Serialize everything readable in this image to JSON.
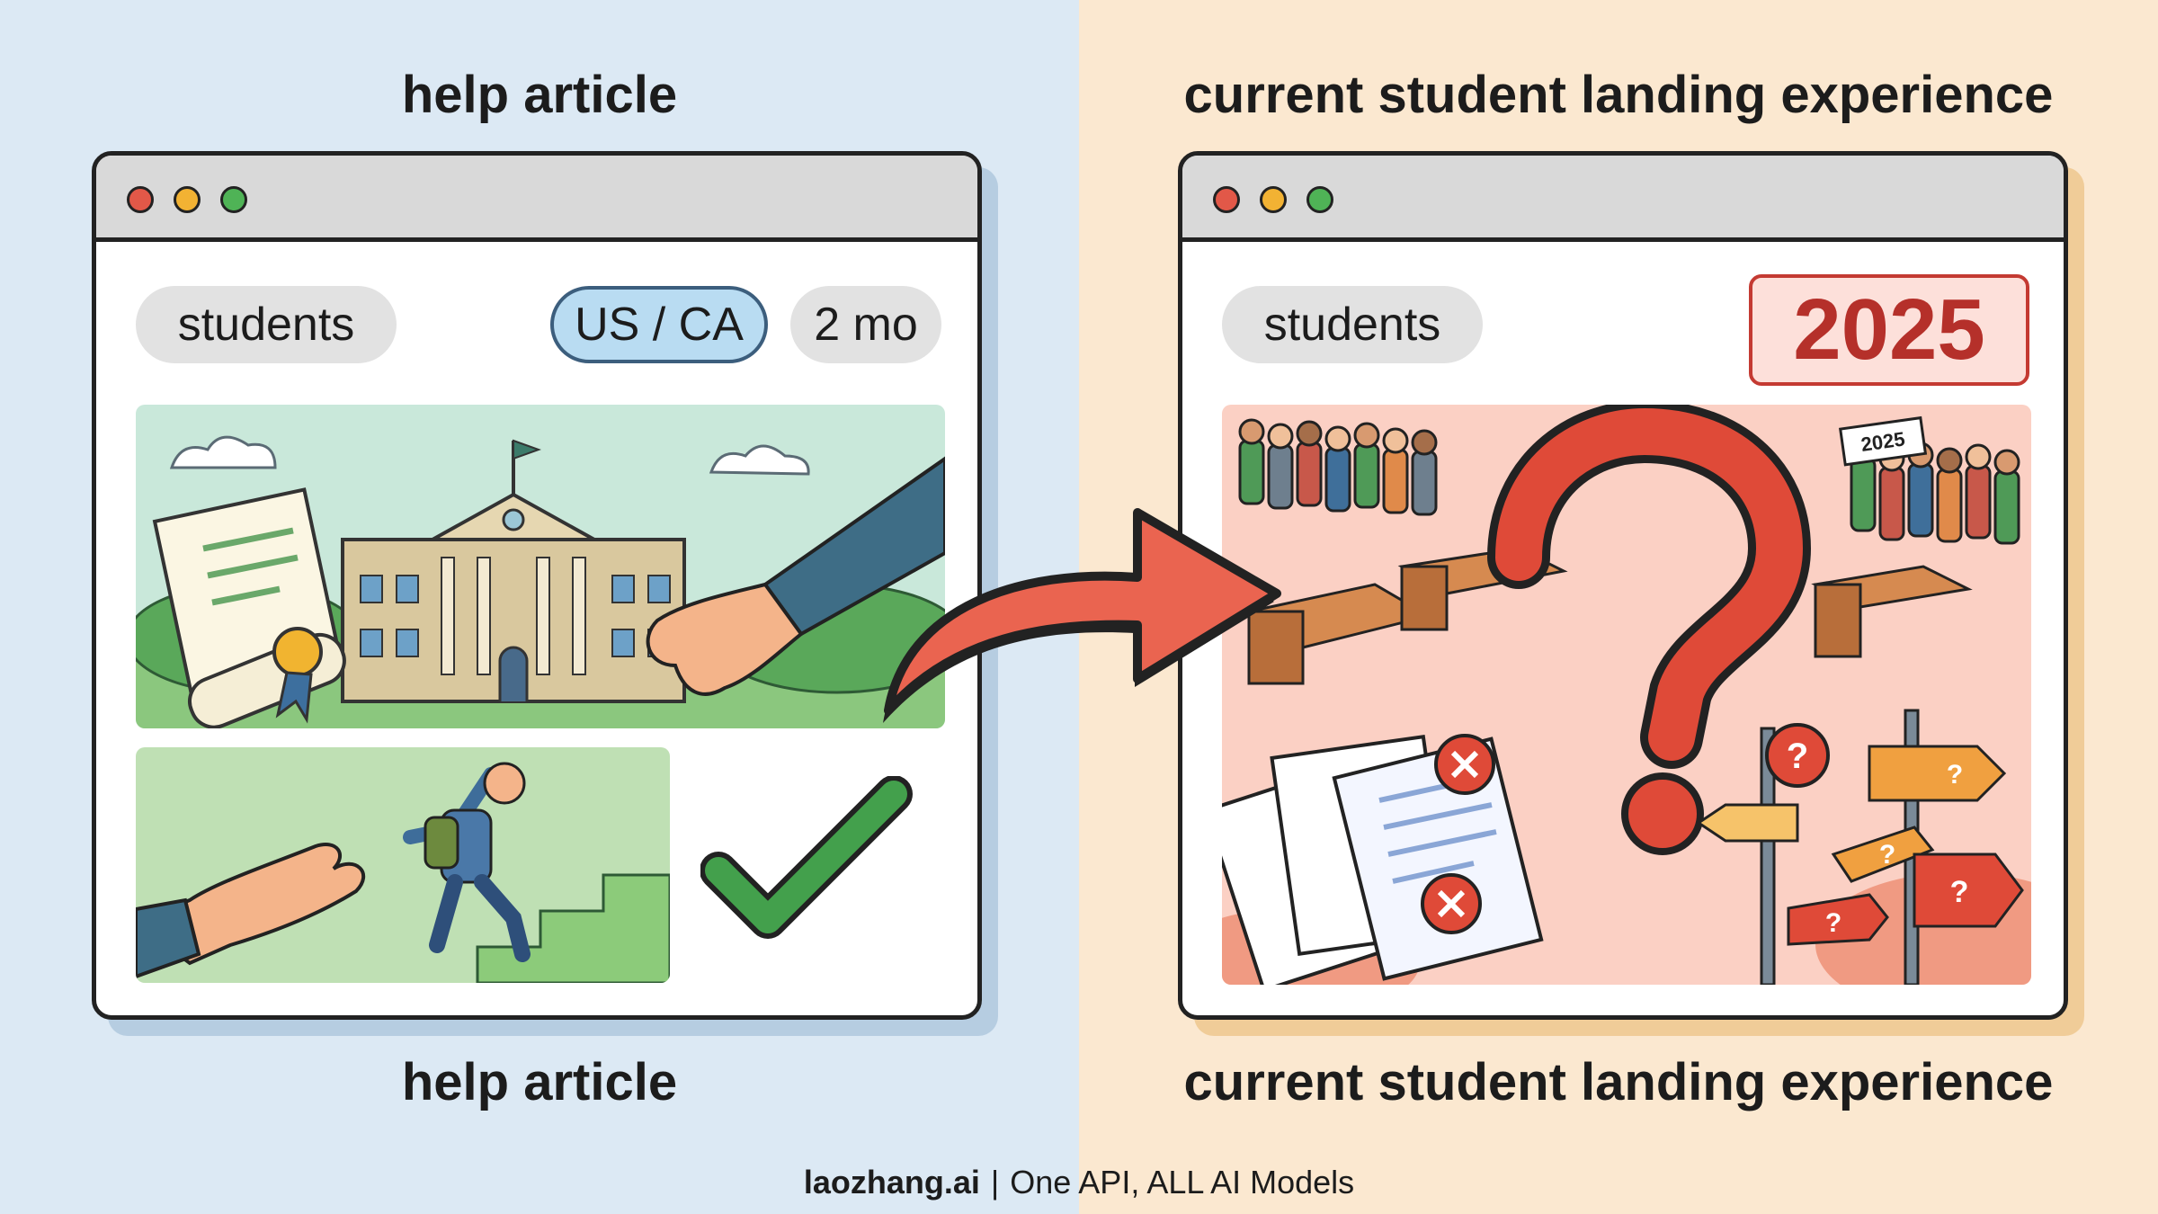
{
  "left": {
    "heading_top": "help article",
    "heading_bottom": "help article",
    "tags": {
      "students": "students",
      "region": "US / CA",
      "duration": "2 mo"
    },
    "colors": {
      "background": "#dce9f4",
      "accent": "#b9dcf2"
    },
    "icons": [
      "diploma-icon",
      "university-building-icon",
      "helping-hand-icon",
      "student-climbing-stairs-icon",
      "check-mark-icon"
    ]
  },
  "right": {
    "heading_top": "current student landing experience",
    "heading_bottom": "current student landing experience",
    "tags": {
      "students": "students"
    },
    "year": "2025",
    "sign_text": "2025",
    "colors": {
      "background": "#fbe8d0",
      "alert": "#c43a32"
    },
    "icons": [
      "crowded-queue-icon",
      "question-mark-icon",
      "rejected-documents-icon",
      "confusing-signpost-icon"
    ]
  },
  "footer": {
    "brand": "laozhang.ai",
    "separator": "|",
    "tagline": "One API, ALL AI Models"
  }
}
